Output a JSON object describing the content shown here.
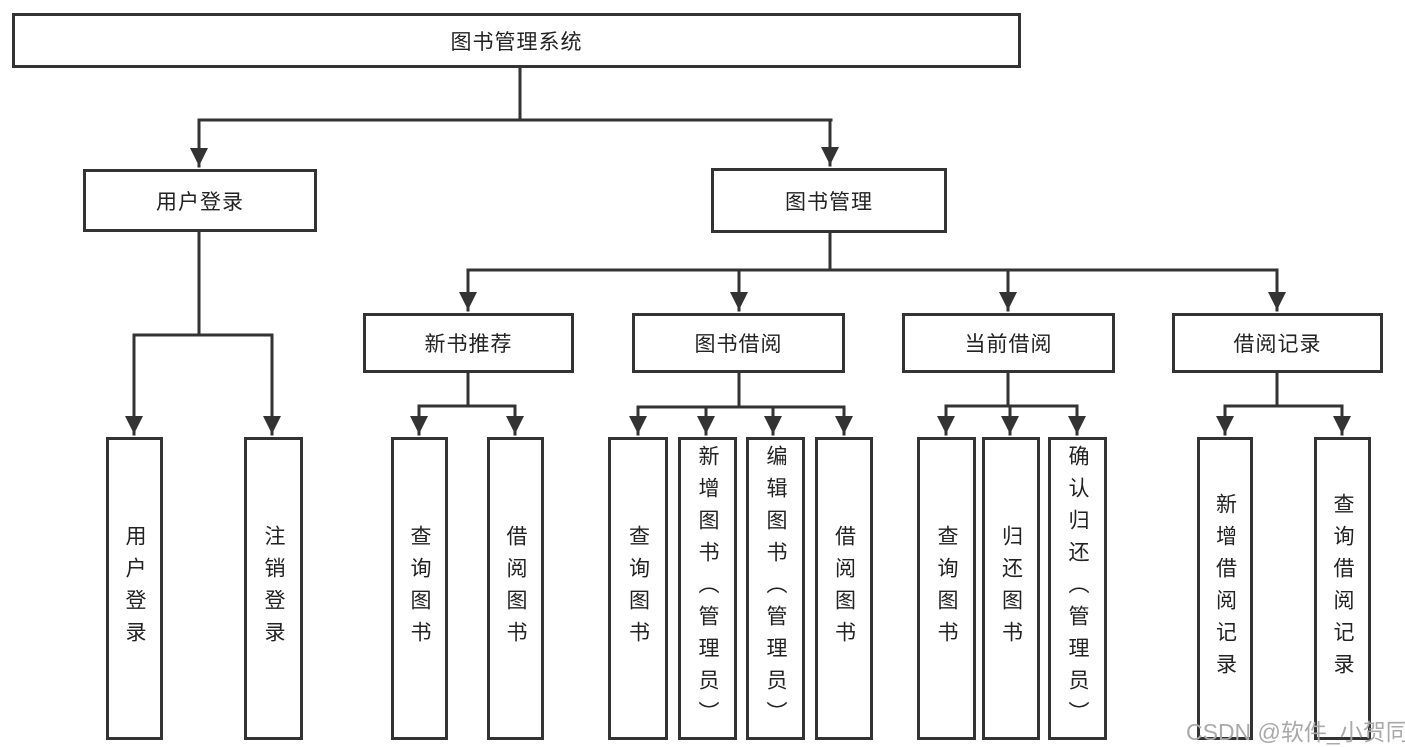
{
  "tree": {
    "root": "图书管理系统",
    "user_login": {
      "label": "用户登录",
      "children": [
        "用户登录",
        "注销登录"
      ]
    },
    "book_management": {
      "label": "图书管理",
      "children": {
        "new_book_recommend": {
          "label": "新书推荐",
          "children": [
            "查询图书",
            "借阅图书"
          ]
        },
        "book_borrowing": {
          "label": "图书借阅",
          "children": [
            "查询图书",
            "新增图书（管理员）",
            "编辑图书（管理员）",
            "借阅图书"
          ]
        },
        "current_borrowing": {
          "label": "当前借阅",
          "children": [
            "查询图书",
            "归还图书",
            "确认归还（管理员）"
          ]
        },
        "borrowing_records": {
          "label": "借阅记录",
          "children": [
            "新增借阅记录",
            "查询借阅记录"
          ]
        }
      }
    }
  },
  "watermark": "CSDN @软件_小贺同学",
  "colors": {
    "line": "#333333",
    "box_border": "#333333",
    "text": "#222222",
    "watermark": "#a9a9a9",
    "background": "#ffffff"
  }
}
